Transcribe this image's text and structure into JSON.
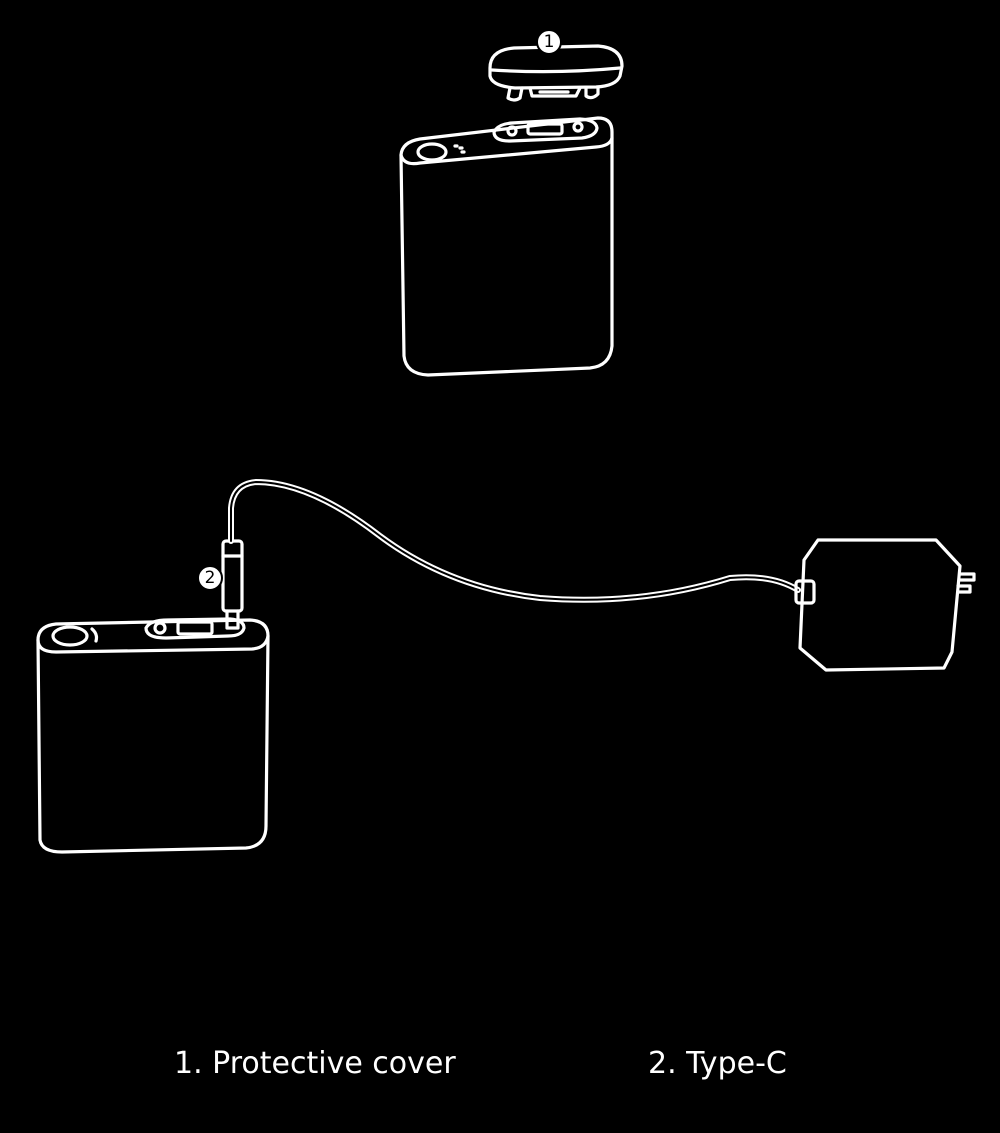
{
  "callouts": [
    {
      "number": "1"
    },
    {
      "number": "2"
    }
  ],
  "legend": [
    {
      "label": "1. Protective cover"
    },
    {
      "label": "2. Type-C"
    }
  ],
  "colors": {
    "background": "#000000",
    "line": "#ffffff"
  }
}
